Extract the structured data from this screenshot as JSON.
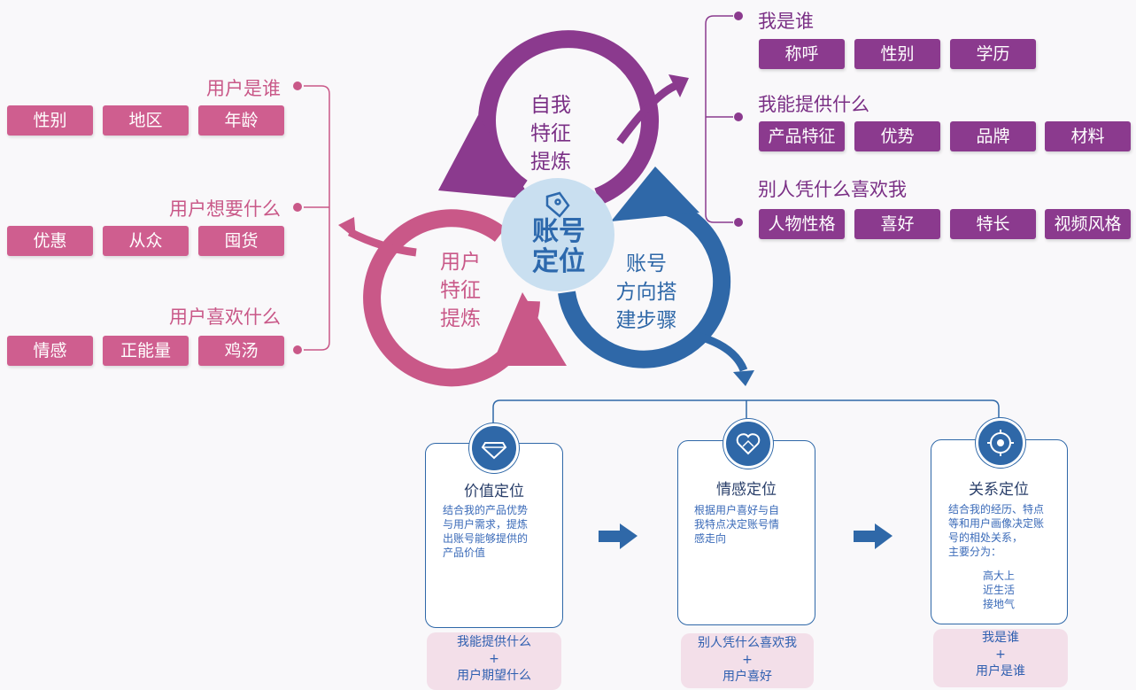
{
  "center": {
    "line1": "账号",
    "line2": "定位"
  },
  "petals": {
    "self": {
      "l1": "自我",
      "l2": "特征",
      "l3": "提炼",
      "color": "#8b3a8e"
    },
    "user": {
      "l1": "用户",
      "l2": "特征",
      "l3": "提炼",
      "color": "#c95888"
    },
    "steps": {
      "l1": "账号",
      "l2": "方向搭",
      "l3": "建步骤",
      "color": "#2f68a8"
    }
  },
  "left_groups": [
    {
      "heading": "用户是谁",
      "tags": [
        "性别",
        "地区",
        "年龄"
      ]
    },
    {
      "heading": "用户想要什么",
      "tags": [
        "优惠",
        "从众",
        "囤货"
      ]
    },
    {
      "heading": "用户喜欢什么",
      "tags": [
        "情感",
        "正能量",
        "鸡汤"
      ]
    }
  ],
  "right_groups": [
    {
      "heading": "我是谁",
      "tags": [
        "称呼",
        "性别",
        "学历"
      ]
    },
    {
      "heading": "我能提供什么",
      "tags": [
        "产品特征",
        "优势",
        "品牌",
        "材料"
      ]
    },
    {
      "heading": "别人凭什么喜欢我",
      "tags": [
        "人物性格",
        "喜好",
        "特长",
        "视频风格"
      ]
    }
  ],
  "cards": [
    {
      "title": "价值定位",
      "icon": "diamond-icon",
      "desc": "结合我的产品优势\n与用户需求，提炼\n出账号能够提供的\n产品价值",
      "sub": "",
      "foot": [
        "我能提供什么",
        "+",
        "用户期望什么"
      ]
    },
    {
      "title": "情感定位",
      "icon": "heart-icon",
      "desc": "根据用户喜好与自\n我特点决定账号情\n感走向",
      "sub": "",
      "foot": [
        "别人凭什么喜欢我",
        "+",
        "用户喜好"
      ]
    },
    {
      "title": "关系定位",
      "icon": "target-icon",
      "desc": "结合我的经历、特点\n等和用户画像决定账\n号的相处关系，\n主要分为：",
      "sub": "高大上\n近生活\n接地气",
      "foot": [
        "我是谁",
        "+",
        "用户是谁"
      ]
    }
  ],
  "colors": {
    "pink": "#c95888",
    "purple": "#8b3a8e",
    "blue": "#2f68a8",
    "center": "#c9dff0"
  }
}
